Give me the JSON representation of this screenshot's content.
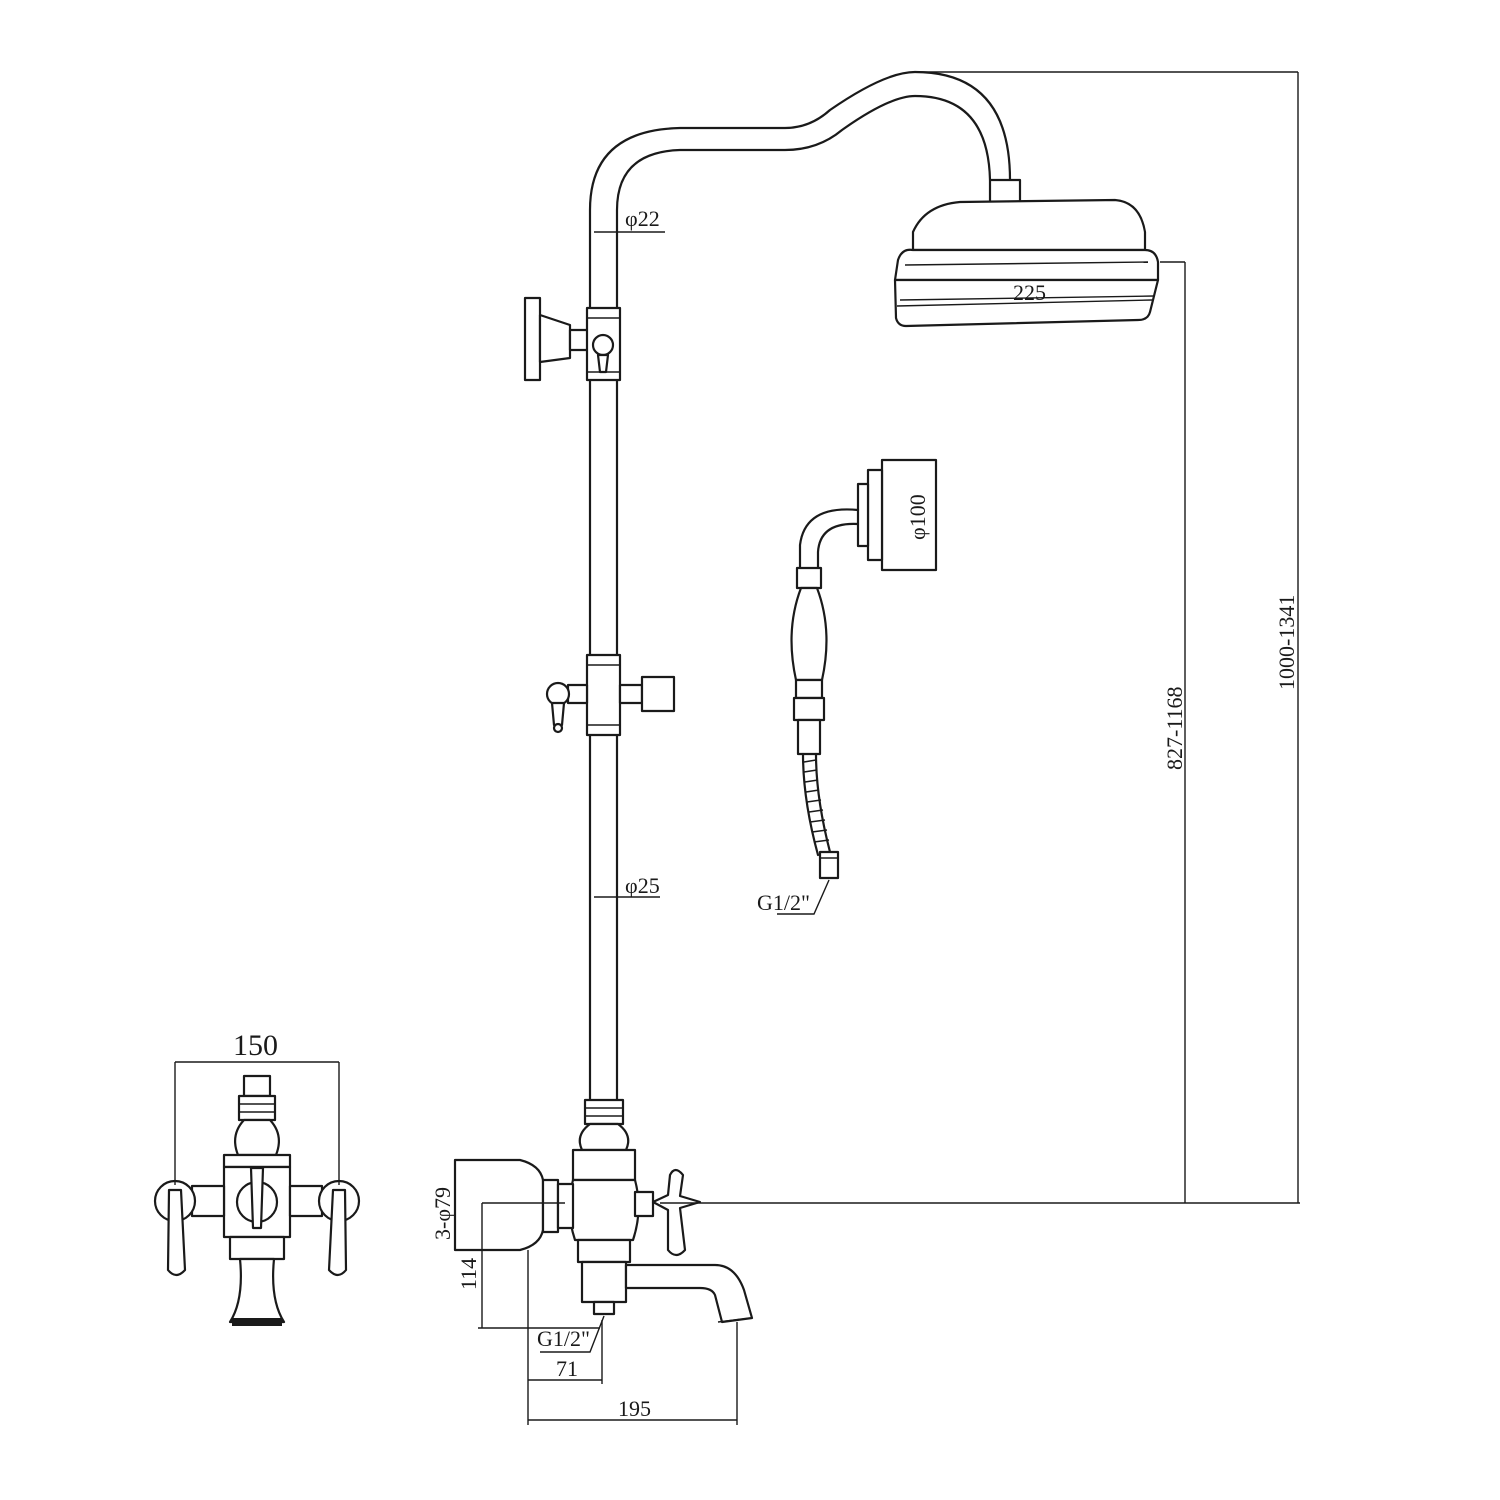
{
  "dimensions": {
    "riser_diameter": "φ22",
    "rail_diameter": "φ25",
    "head_width": "225",
    "handset_diameter": "φ100",
    "hose_thread": "G1/2\"",
    "inlet_thread": "G1/2\"",
    "mixer_width": "150",
    "inlet_spec": "3-φ79",
    "wall_offset": "114",
    "outlet_offset": "71",
    "spout_reach": "195",
    "rail_height_range": "827-1168",
    "overall_height_range": "1000-1341"
  }
}
